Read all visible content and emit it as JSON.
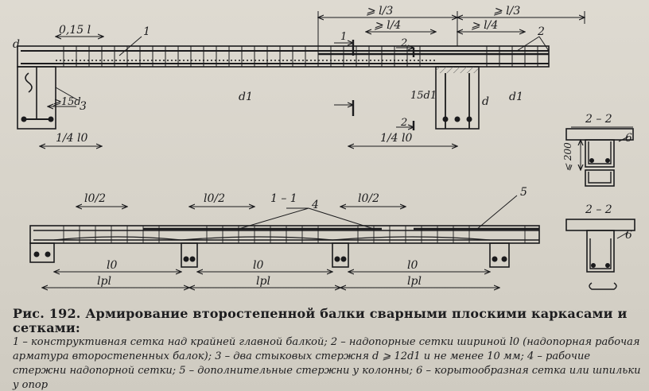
{
  "figure": {
    "title": "Рис. 192. Армирование второстепенной балки сварными плоскими каркасами и сетками:",
    "legend": "1 – конструктивная сетка над крайней главной балкой; 2 – надопорные сетки шириной l0 (надопорная рабочая арматура второстепенных балок); 3 – два стыковых стержня d ⩾ 12d1 и не менее 10 мм; 4 – рабочие стержни надопорной сетки; 5 – дополнительные стержни у колонны; 6 – корытообразная сетка или шпильки у опор"
  },
  "top_drawing": {
    "dims": {
      "d015": "0,15 l",
      "l3a": "⩾ l/3",
      "l3b": "⩾ l/3",
      "l4a": "⩾ l/4",
      "l4b": "⩾ l/4",
      "d15": "⩾15d",
      "l14a": "1/4 l0",
      "l14b": "1/4 l0",
      "d15b": "15d1",
      "h200": "⩽ 200"
    },
    "labels": {
      "n1": "1",
      "n2": "2",
      "n3": "3",
      "n6": "6",
      "d": "d",
      "d1a": "d1",
      "d1b": "d1",
      "db": "d",
      "cut1": "1",
      "cut2a": "2",
      "cut2b": "2",
      "sec22": "2 – 2"
    }
  },
  "bottom_drawing": {
    "labels": {
      "sec11": "1 – 1",
      "sec22": "2 – 2",
      "n4": "4",
      "n5": "5",
      "n6": "6",
      "l02a": "l0/2",
      "l02b": "l0/2",
      "l02c": "l0/2",
      "l0a": "l0",
      "l0b": "l0",
      "l0c": "l0",
      "lp1a": "lpl",
      "lp1b": "lpl",
      "lp1c": "lpl"
    }
  }
}
